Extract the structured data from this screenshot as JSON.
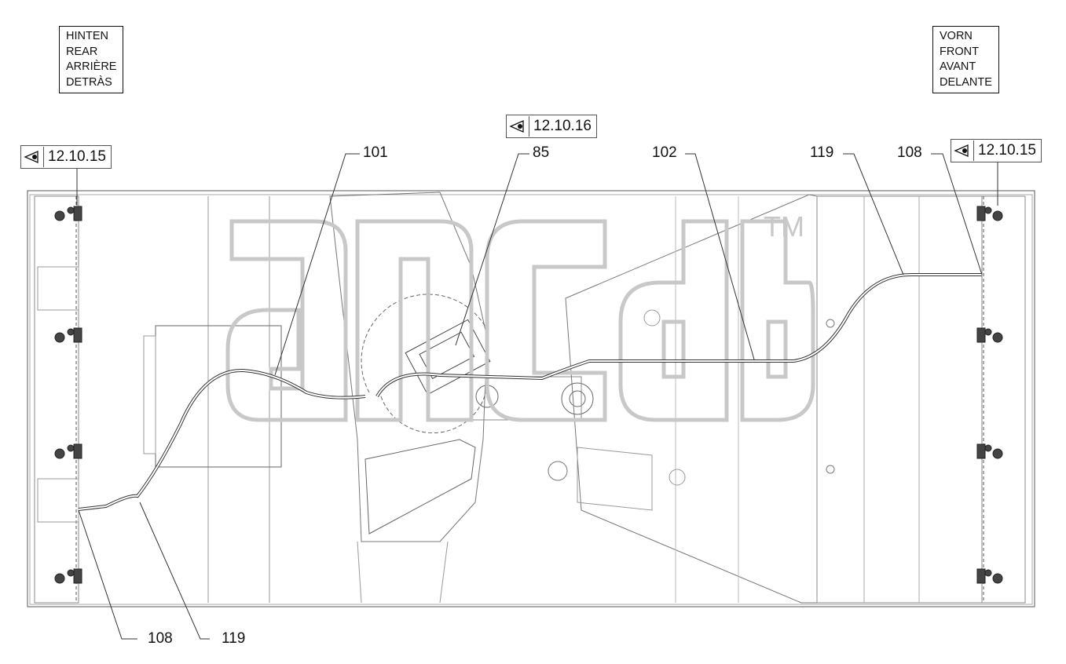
{
  "direction_rear": [
    "HINTEN",
    "REAR",
    "ARRIÈRE",
    "DETRÀS"
  ],
  "direction_front": [
    "VORN",
    "FRONT",
    "AVANT",
    "DELANTE"
  ],
  "references": {
    "left": "12.10.15",
    "center": "12.10.16",
    "right": "12.10.15"
  },
  "callouts": {
    "c101": "101",
    "c85": "85",
    "c102": "102",
    "c119_top": "119",
    "c108_top": "108",
    "c108_bottom": "108",
    "c119_bottom": "119"
  },
  "watermark": {
    "trademark": "TM"
  },
  "colors": {
    "line": "#333333",
    "watermark": "#c8c8c8",
    "background": "#ffffff"
  },
  "icons": [
    "eye-view-icon"
  ]
}
